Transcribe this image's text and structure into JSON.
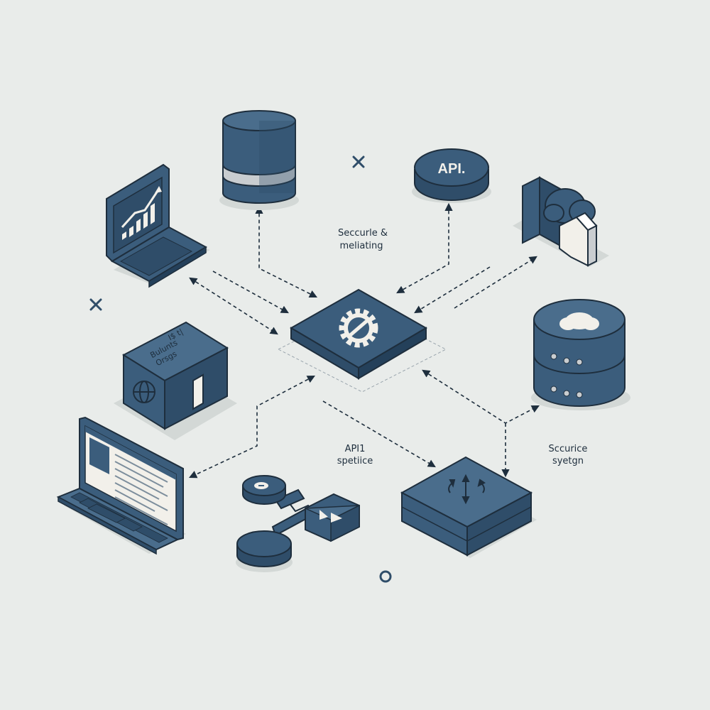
{
  "colors": {
    "background": "#e9ecea",
    "primary": "#3b5d7c",
    "primary_dark": "#2f4d69",
    "outline": "#1e2e3d",
    "light_face": "#f2f0ea",
    "shadow": "#d3d8d6"
  },
  "labels": {
    "api_disc": "API.",
    "secure_mediating_line1": "Seccurle &",
    "secure_mediating_line2": "meliating",
    "api_service_line1": "API1",
    "api_service_line2": "spetiice",
    "secure_system_line1": "Sccurice",
    "secure_system_line2": "syetgn",
    "cube_text_line1": "I$ t|",
    "cube_text_line2": "Bulunts",
    "cube_text_line3": "Orsgs"
  },
  "icons": {
    "central_hub": "gear-icon",
    "laptop_chart": "chart-icon",
    "database": "database-icon",
    "api": "api-icon",
    "cloud_document": "cloud-document-icon",
    "server": "cloud-server-icon",
    "cube": "globe-cube-icon",
    "laptop_browser": "browser-laptop-icon",
    "flow": "flow-icon",
    "control_box": "move-control-icon"
  }
}
